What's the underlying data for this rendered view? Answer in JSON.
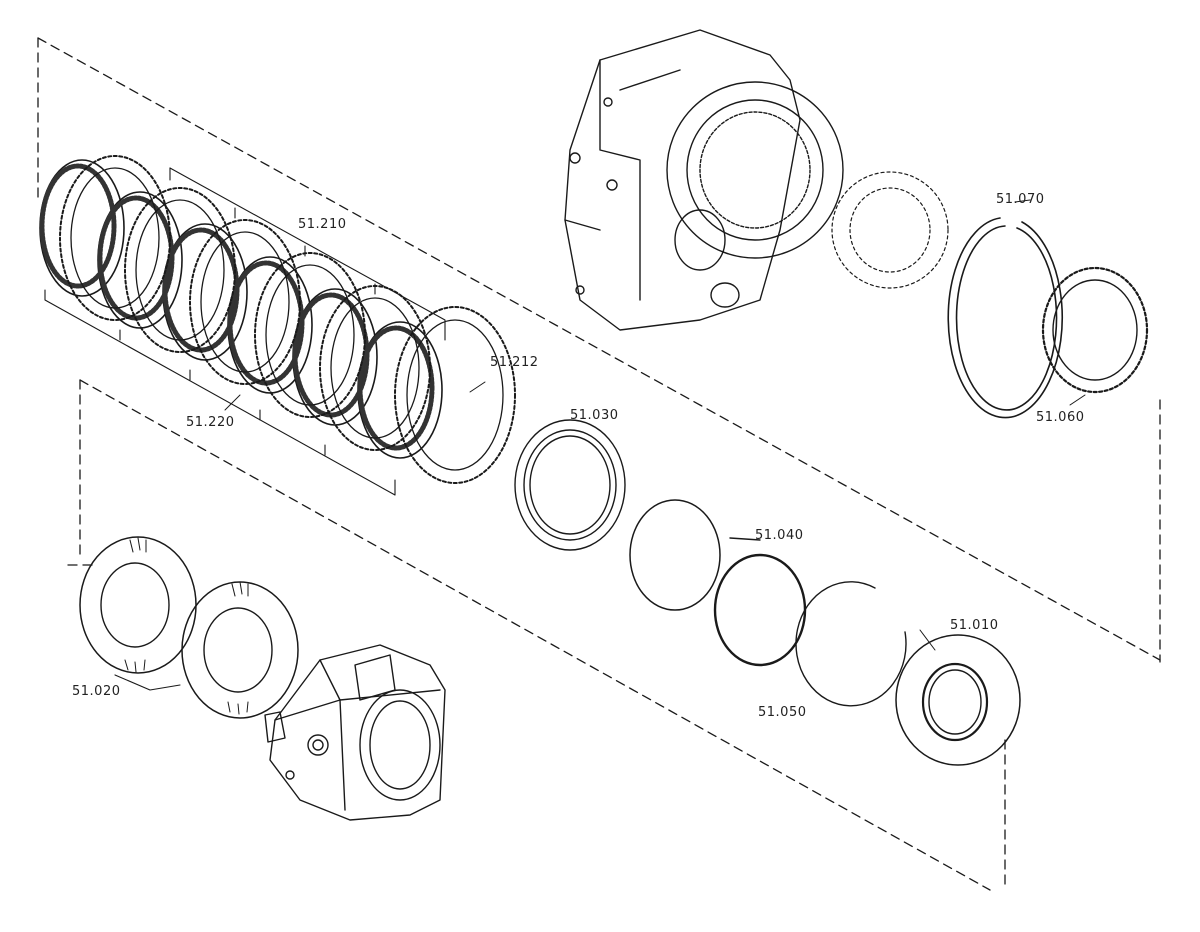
{
  "colors": {
    "ink": "#1a1a1a",
    "background": "#ffffff"
  },
  "parts": {
    "p51_210": "51.210",
    "p51_212": "51.212",
    "p51_220": "51.220",
    "p51_030": "51.030",
    "p51_070": "51.070",
    "p51_060": "51.060",
    "p51_040": "51.040",
    "p51_010": "51.010",
    "p51_050": "51.050",
    "p51_020": "51.020"
  }
}
